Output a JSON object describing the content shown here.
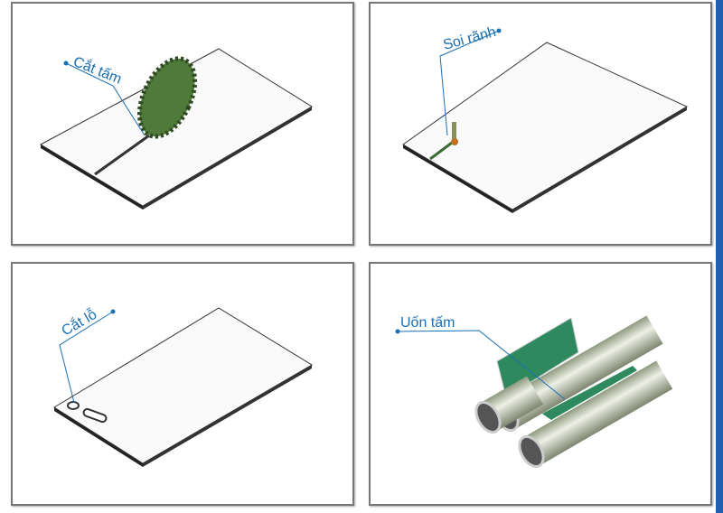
{
  "panels": [
    {
      "label": "Cắt tấm"
    },
    {
      "label": "Soi rãnh"
    },
    {
      "label": "Cắt lỗ"
    },
    {
      "label": "Uốn tấm"
    }
  ],
  "colors": {
    "label": "#1a6fb5",
    "accent_strip": "#1f5fb0",
    "panel_green": "#2e8a5e",
    "blade_green": "#4f7a3a"
  }
}
